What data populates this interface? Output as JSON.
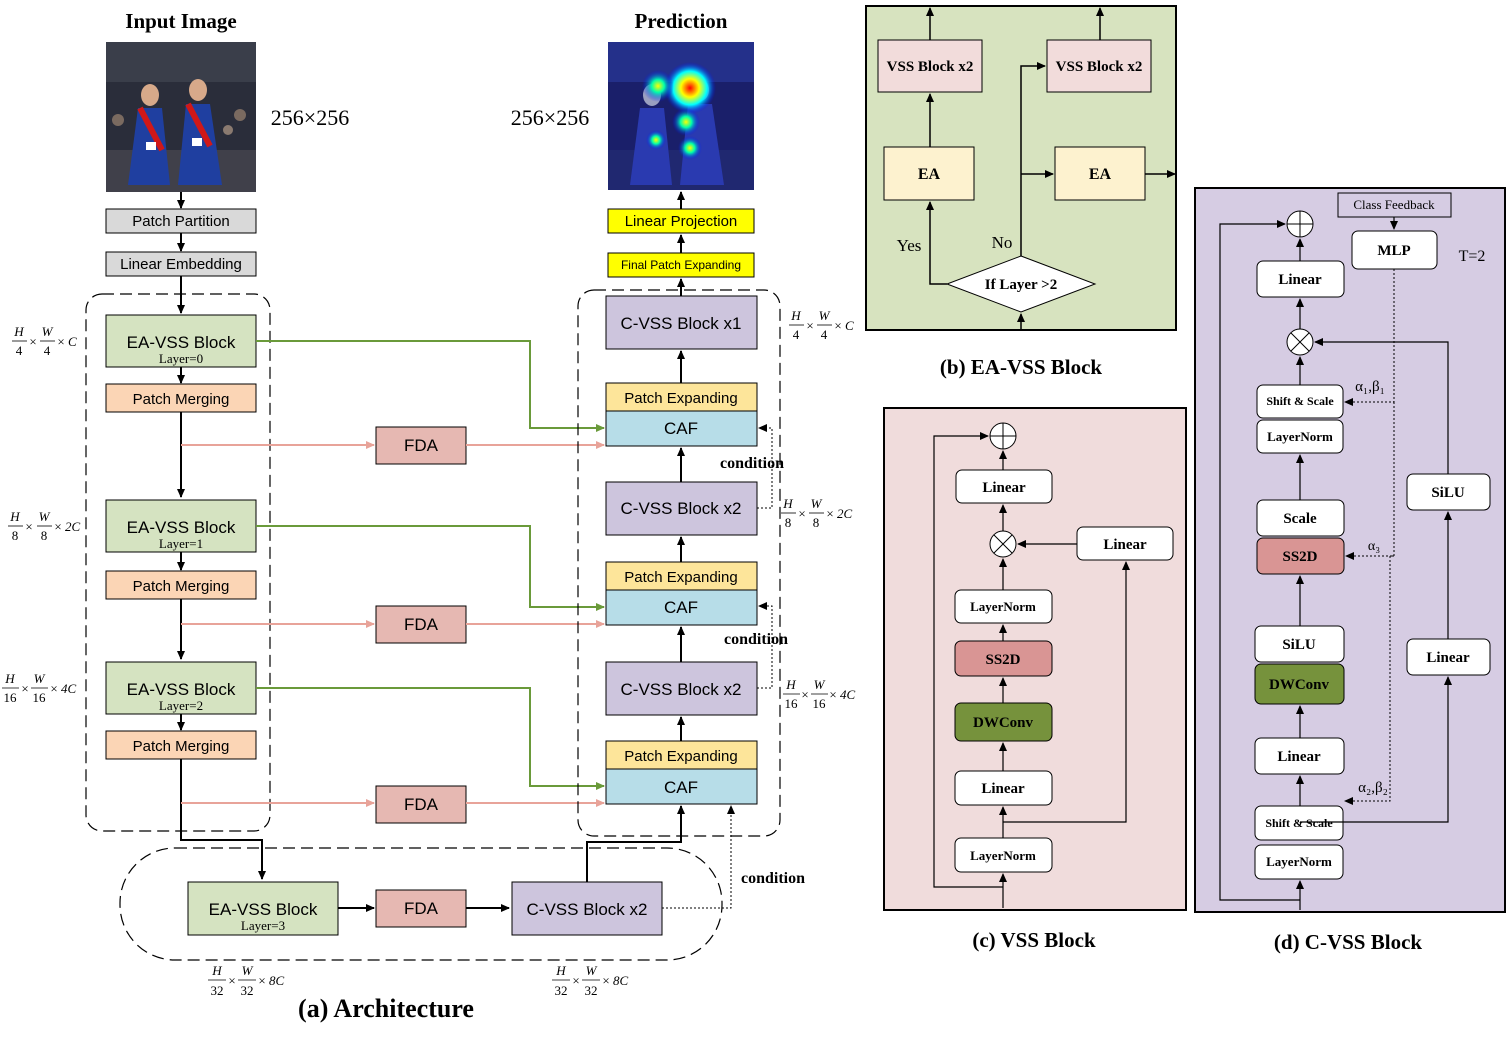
{
  "architecture": {
    "input_title": "Input Image",
    "prediction_title": "Prediction",
    "input_size": "256×256",
    "output_size": "256×256",
    "patch_partition": "Patch Partition",
    "linear_embedding": "Linear Embedding",
    "ea_vss_block": "EA-VSS Block",
    "layer0": "Layer=0",
    "layer1": "Layer=1",
    "layer2": "Layer=2",
    "layer3": "Layer=3",
    "patch_merging": "Patch Merging",
    "fda": "FDA",
    "linear_projection": "Linear Projection",
    "final_patch_expanding": "Final Patch Expanding",
    "cvss_x1": "C-VSS Block x1",
    "cvss_x2": "C-VSS Block x2",
    "patch_expanding": "Patch Expanding",
    "caf": "CAF",
    "condition": "condition",
    "dim_c": "C",
    "dim_2c": "2C",
    "dim_4c": "4C",
    "dim_8c": "8C",
    "frac_h": "H",
    "frac_w": "W",
    "den_4": "4",
    "den_8": "8",
    "den_16": "16",
    "den_32": "32",
    "times": "×",
    "caption": "(a) Architecture"
  },
  "ea_vss": {
    "vss_block_x2": "VSS Block x2",
    "ea": "EA",
    "yes": "Yes",
    "no": "No",
    "condition": "If   Layer >2",
    "caption": "(b) EA-VSS Block"
  },
  "vss": {
    "linear": "Linear",
    "layernorm": "LayerNorm",
    "ss2d": "SS2D",
    "dwconv": "DWConv",
    "caption": "(c) VSS Block"
  },
  "cvss": {
    "class_feedback": "Class Feedback",
    "mlp": "MLP",
    "t_equals": "T=2",
    "linear": "Linear",
    "shift_scale": "Shift & Scale",
    "layernorm": "LayerNorm",
    "scale": "Scale",
    "ss2d": "SS2D",
    "silu": "SiLU",
    "dwconv": "DWConv",
    "alpha1_beta1": "α₁,β₁",
    "alpha3": "α₃",
    "alpha2_beta2": "α₂,β₂",
    "caption": "(d) C-VSS Block"
  },
  "colors": {
    "ea_green": "#d5e3c1",
    "merge_orange": "#fbd5b5",
    "fda_red": "#e6b8b2",
    "cvss_purple": "#cdc5dd",
    "caf_blue": "#b7dde8",
    "expand_yellow": "#fde59a",
    "proj_yellow": "#ffff00",
    "gray_box": "#d9d9d9",
    "panel_b_bg": "#d7e3bf",
    "panel_c_bg": "#f0dcdc",
    "panel_d_bg": "#d6cce3",
    "ss2d_red": "#d99594",
    "dwconv_green": "#76923c",
    "green_arrow": "#6a9a3a",
    "pink_arrow": "#e8a399"
  }
}
